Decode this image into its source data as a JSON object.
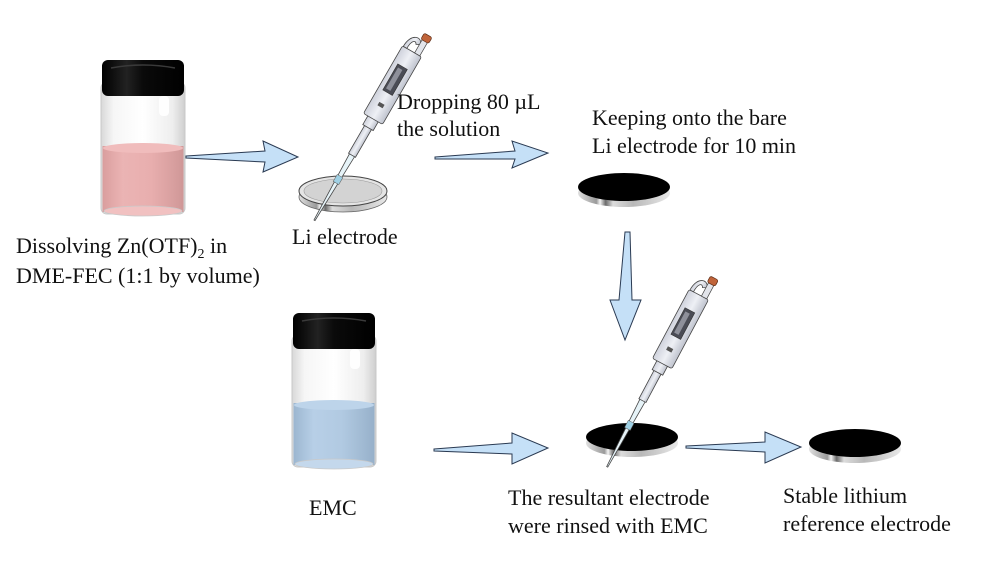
{
  "diagram": {
    "type": "process-flow",
    "steps": [
      {
        "id": "solution",
        "item": "vial",
        "liquid_color": "#e9a7a7",
        "label_parts": [
          "Dissolving Zn(OTF)",
          "2",
          " in"
        ],
        "label_line2": "DME-FEC (1:1 by volume)"
      },
      {
        "id": "li-electrode",
        "item": "bare-electrode",
        "label": "Li electrode"
      },
      {
        "id": "dropping",
        "item": "pipette",
        "label_line1": "Dropping 80 µL",
        "label_line2": "the solution"
      },
      {
        "id": "keeping",
        "item": "coated-electrode",
        "label_line1": "Keeping onto the bare",
        "label_line2": "Li electrode for 10 min"
      },
      {
        "id": "emc",
        "item": "vial",
        "liquid_color": "#a9c6e2",
        "label": "EMC"
      },
      {
        "id": "rinsed",
        "item": "coated-electrode",
        "label_line1": "The resultant electrode",
        "label_line2": "were rinsed with EMC"
      },
      {
        "id": "final",
        "item": "coated-electrode",
        "label_line1": "Stable lithium",
        "label_line2": "reference electrode"
      }
    ],
    "arrows": [
      {
        "from": "solution",
        "to": "li-electrode",
        "direction": "right"
      },
      {
        "from": "dropping",
        "to": "keeping",
        "direction": "right"
      },
      {
        "from": "keeping",
        "to": "rinsed",
        "direction": "down"
      },
      {
        "from": "emc",
        "to": "rinsed",
        "direction": "right"
      },
      {
        "from": "rinsed",
        "to": "final",
        "direction": "right"
      }
    ],
    "colors": {
      "arrow_fill": "#c5e0f7",
      "arrow_stroke": "#2a3a52",
      "cap": "#050505",
      "electrode_coated": "#000000",
      "electrode_bare": "#d4d4d4"
    }
  }
}
